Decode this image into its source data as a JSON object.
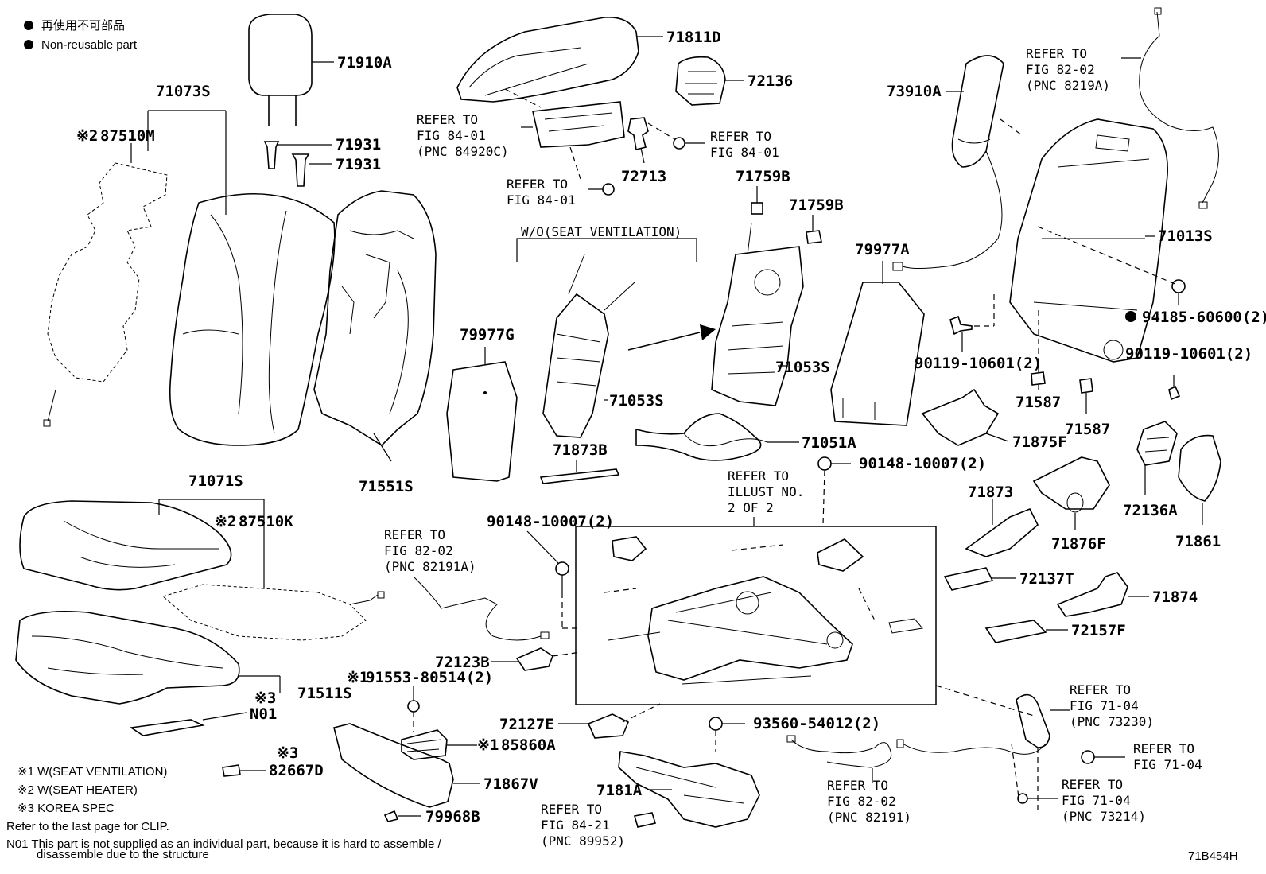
{
  "legend": {
    "line1": "再使用不可部品",
    "line2": "Non-reusable part"
  },
  "footnotes": {
    "n1": "※1 W(SEAT VENTILATION)",
    "n2": "※2 W(SEAT HEATER)",
    "n3": "※3 KOREA SPEC",
    "clip": "Refer to the last page for CLIP.",
    "n01_line1": "N01  This part is not supplied as an individual part, because it is hard to assemble /",
    "n01_line2": "disassemble due to the structure"
  },
  "diagram_id": "71B454H",
  "section_label": "W/O(SEAT VENTILATION)",
  "parts": {
    "p71910A": "71910A",
    "p71073S": "71073S",
    "p87510M": "87510M",
    "p87510M_mark": "※2",
    "p71931a": "71931",
    "p71931b": "71931",
    "p71811D": "71811D",
    "p72136": "72136",
    "p72713": "72713",
    "p71759Ba": "71759B",
    "p71759Bb": "71759B",
    "p73910A": "73910A",
    "p71013S": "71013S",
    "p79977A": "79977A",
    "p79977G": "79977G",
    "p71053Sa": "71053S",
    "p71053Sb": "71053S",
    "p71873B": "71873B",
    "p71051A": "71051A",
    "p71551S": "71551S",
    "p94185": "94185-60600(2)",
    "p90119a": "90119-10601(2)",
    "p90119b": "90119-10601(2)",
    "p71587a": "71587",
    "p71587b": "71587",
    "p71875F": "71875F",
    "p90148a": "90148-10007(2)",
    "p90148b": "90148-10007(2)",
    "p71873": "71873",
    "p72136A": "72136A",
    "p71876F": "71876F",
    "p71861": "71861",
    "p71071S": "71071S",
    "p87510K": "87510K",
    "p87510K_mark": "※2",
    "p72137T": "72137T",
    "p71874": "71874",
    "p72157F": "72157F",
    "p72123B": "72123B",
    "p91553": "91553-80514(2)",
    "p91553_mark": "※1",
    "p71511S": "71511S",
    "pN01": "N01",
    "pN01_mark": "※3",
    "p72127E": "72127E",
    "p93560": "93560-54012(2)",
    "p85860A": "85860A",
    "p85860A_mark": "※1",
    "p82667D": "82667D",
    "p82667D_mark": "※3",
    "p71867V": "71867V",
    "p7181A": "7181A",
    "p79968B": "79968B"
  },
  "refs": {
    "r8492": [
      "REFER TO",
      "FIG 84-01",
      "(PNC 84920C)"
    ],
    "r8401a": [
      "REFER TO",
      "FIG 84-01"
    ],
    "r8401b": [
      "REFER TO",
      "FIG 84-01"
    ],
    "r8202top": [
      "REFER TO",
      "FIG 82-02",
      "(PNC 8219A)"
    ],
    "rIllust": [
      "REFER TO",
      "ILLUST NO.",
      "2 OF 2"
    ],
    "r82191A": [
      "REFER TO",
      "FIG 82-02",
      "(PNC 82191A)"
    ],
    "r7104a": [
      "REFER TO",
      "FIG 71-04",
      "(PNC 73230)"
    ],
    "r7104b": [
      "REFER TO",
      "FIG 71-04"
    ],
    "r7104c": [
      "REFER TO",
      "FIG 71-04",
      "(PNC 73214)"
    ],
    "r82191": [
      "REFER TO",
      "FIG 82-02",
      "(PNC 82191)"
    ],
    "r8421": [
      "REFER TO",
      "FIG 84-21",
      "(PNC 89952)"
    ]
  }
}
